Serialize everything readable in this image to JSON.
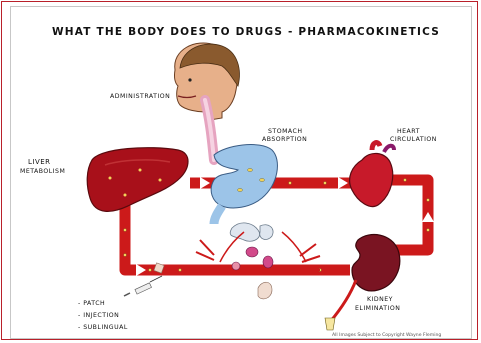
{
  "title": "WHAT THE BODY DOES TO DRUGS - PHARMACOKINETICS",
  "labels": {
    "administration": "ADMINISTRATION",
    "stomach_line1": "STOMACH",
    "stomach_line2": "ABSORPTION",
    "heart_line1": "HEART",
    "heart_line2": "CIRCULATION",
    "liver_line1": "LIVER",
    "liver_line2": "METABOLISM",
    "kidney_line1": "KIDNEY",
    "kidney_line2": "ELIMINATION"
  },
  "routes": [
    "- PATCH",
    "- INJECTION",
    "- SUBLINGUAL"
  ],
  "copyright": "All Images Subject to Copyright Wayne Fleming",
  "colors": {
    "blood": "#cc1a1a",
    "liver": "#a8101a",
    "stomach": "#9cc4e8",
    "kidney": "#7a1422",
    "skin": "#e7b08a",
    "hair": "#8a5a2e"
  }
}
